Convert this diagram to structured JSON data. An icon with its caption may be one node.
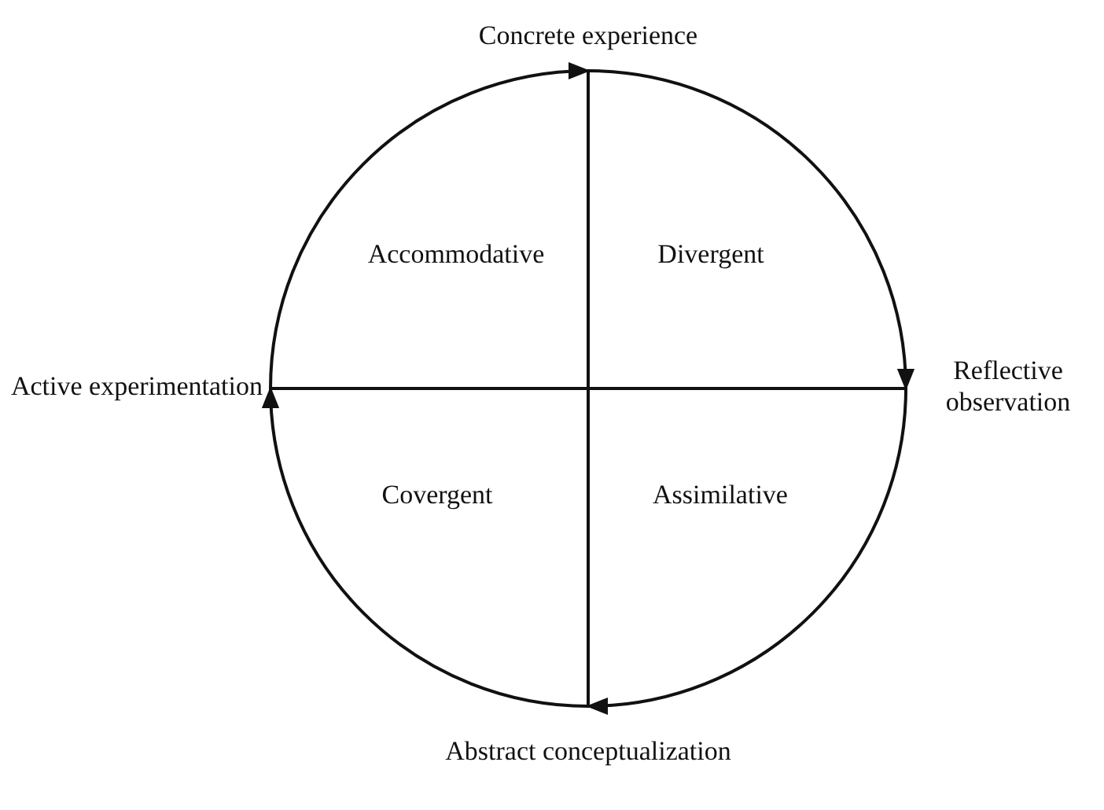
{
  "diagram": {
    "nodes": [
      {
        "text": [
          "Concrete experience"
        ]
      },
      {
        "text": [
          "Reflective observation"
        ]
      },
      {
        "text": [
          "Abstract conceptualization"
        ]
      },
      {
        "text": [
          "Active experimentation"
        ]
      }
    ],
    "edges": [
      {
        "from": 0,
        "to": 1,
        "arrow": "to"
      },
      {
        "from": 1,
        "to": 2,
        "arrow": "to"
      },
      {
        "from": 2,
        "to": 3,
        "arrow": "to"
      },
      {
        "from": 3,
        "to": 0,
        "arrow": "to"
      }
    ],
    "labels": [
      "Accommodative",
      "Divergent",
      "Covergent",
      "Assimilative"
    ]
  }
}
